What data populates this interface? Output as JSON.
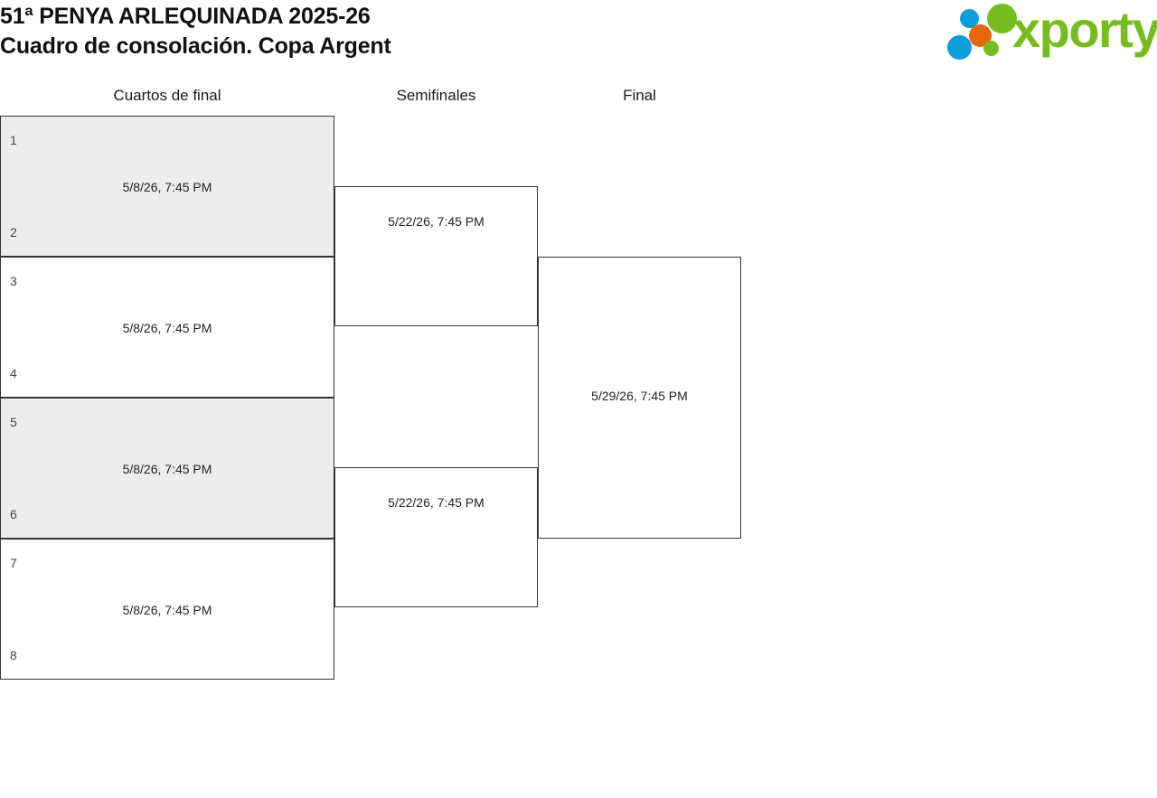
{
  "header": {
    "title_line1": "51ª PENYA ARLEQUINADA 2025-26",
    "title_line2": "Cuadro de consolación. Copa Argent",
    "logo_text": "xporty",
    "logo_colors": {
      "green": "#77bc1f",
      "blue": "#0a9fdb",
      "orange": "#e8660c"
    }
  },
  "bracket": {
    "rounds": [
      {
        "id": "quarterfinals",
        "label": "Cuartos de final"
      },
      {
        "id": "semifinals",
        "label": "Semifinales"
      },
      {
        "id": "final",
        "label": "Final"
      }
    ],
    "quarterfinals": [
      {
        "slot_top": "1",
        "slot_bottom": "2",
        "date": "5/8/26, 7:45 PM",
        "shaded": true
      },
      {
        "slot_top": "3",
        "slot_bottom": "4",
        "date": "5/8/26, 7:45 PM",
        "shaded": false
      },
      {
        "slot_top": "5",
        "slot_bottom": "6",
        "date": "5/8/26, 7:45 PM",
        "shaded": true
      },
      {
        "slot_top": "7",
        "slot_bottom": "8",
        "date": "5/8/26, 7:45 PM",
        "shaded": false
      }
    ],
    "semifinals": [
      {
        "date": "5/22/26, 7:45 PM"
      },
      {
        "date": "5/22/26, 7:45 PM"
      }
    ],
    "final": [
      {
        "date": "5/29/26, 7:45 PM"
      }
    ]
  },
  "theme": {
    "border_color": "#333333",
    "shaded_row_bg": "#ededed",
    "text_color": "#222222"
  }
}
